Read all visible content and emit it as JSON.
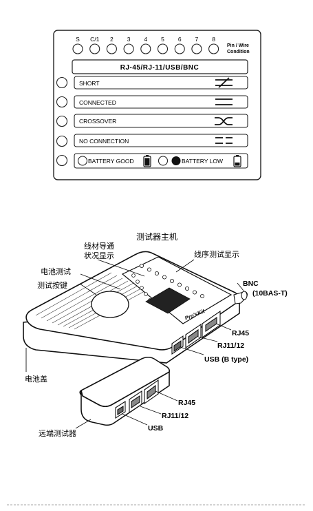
{
  "panel": {
    "led_labels": [
      "S",
      "C/1",
      "2",
      "3",
      "4",
      "5",
      "6",
      "7",
      "8"
    ],
    "pin_condition_line1": "Pin / Wire",
    "pin_condition_line2": "Condition",
    "mode_label": "RJ-45/RJ-11/USB/BNC",
    "status_rows": [
      {
        "label": "SHORT",
        "symbol": "short-symbol-icon"
      },
      {
        "label": "CONNECTED",
        "symbol": "parallel-lines-icon"
      },
      {
        "label": "CROSSOVER",
        "symbol": "crossover-icon"
      },
      {
        "label": "NO CONNECTION",
        "symbol": "broken-lines-icon"
      }
    ],
    "battery_good": "BATTERY GOOD",
    "battery_low": "BATTERY  LOW"
  },
  "device": {
    "title": "测试器主机",
    "callouts": {
      "wire_status_line1": "线材导通",
      "wire_status_line2": "状况显示",
      "battery_test": "电池测试",
      "test_button": "测试按键",
      "sequence_display": "线序测试显示",
      "bnc_line1": "BNC",
      "bnc_line2": "(10BAS-T)",
      "rj45_main": "RJ45",
      "rj11_main": "RJ11/12",
      "usb_main": "USB (B type)",
      "battery_cover": "电池盖",
      "rj45_remote": "RJ45",
      "rj11_remote": "RJ11/12",
      "usb_remote": "USB",
      "remote_unit": "远端测试器"
    },
    "brand": "Pro'sKit"
  }
}
